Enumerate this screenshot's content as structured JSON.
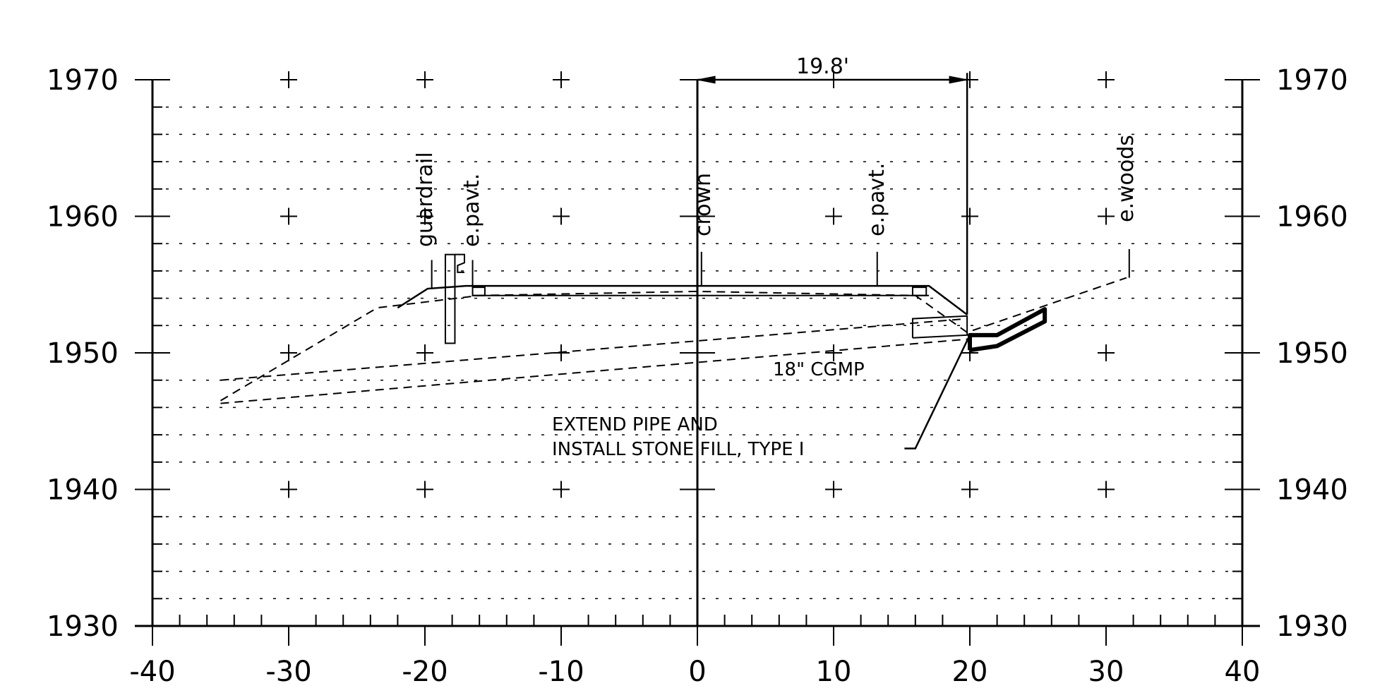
{
  "y_axis": {
    "ticks": [
      1930,
      1940,
      1950,
      1960,
      1970
    ],
    "labels": [
      "1930",
      "1940",
      "1950",
      "1960",
      "1970"
    ],
    "minor_step": 2
  },
  "x_axis": {
    "ticks": [
      -40,
      -30,
      -20,
      -10,
      0,
      10,
      20,
      30,
      40
    ],
    "labels": [
      "-40",
      "-30",
      "-20",
      "-10",
      "0",
      "10",
      "20",
      "30",
      "40"
    ],
    "minor_step": 2
  },
  "labels": {
    "guardrail": "guardrail",
    "e_pavt_left": "e.pavt.",
    "crown": "crown",
    "e_pavt_right": "e.pavt.",
    "e_woods": "e.woods",
    "dimension": "19.8'",
    "pipe": "18\" CGMP",
    "note_line1": "EXTEND PIPE AND",
    "note_line2": "INSTALL STONE FILL, TYPE I"
  },
  "chart_data": {
    "type": "line",
    "xlim": [
      -40,
      40
    ],
    "ylim": [
      1930,
      1970
    ],
    "grid": "dotted",
    "series": [
      {
        "values_xy": [
          [
            -22,
            1953.3
          ],
          [
            -19.8,
            1954.7
          ],
          [
            -17,
            1954.9
          ],
          [
            0,
            1954.9
          ],
          [
            17,
            1954.9
          ],
          [
            19.8,
            1952.8
          ]
        ]
      },
      {
        "values_xy": [
          [
            -35,
            1946.5
          ],
          [
            -23.5,
            1953.3
          ],
          [
            -16,
            1954.2
          ],
          [
            0,
            1954.5
          ],
          [
            16,
            1954.2
          ],
          [
            19.8,
            1951.5
          ],
          [
            31.5,
            1955.5
          ]
        ]
      },
      {
        "values_xy": [
          [
            -35,
            1948
          ],
          [
            19.8,
            1952.5
          ]
        ]
      },
      {
        "values_xy": [
          [
            -35,
            1946.3
          ],
          [
            19.8,
            1951
          ]
        ]
      }
    ]
  }
}
